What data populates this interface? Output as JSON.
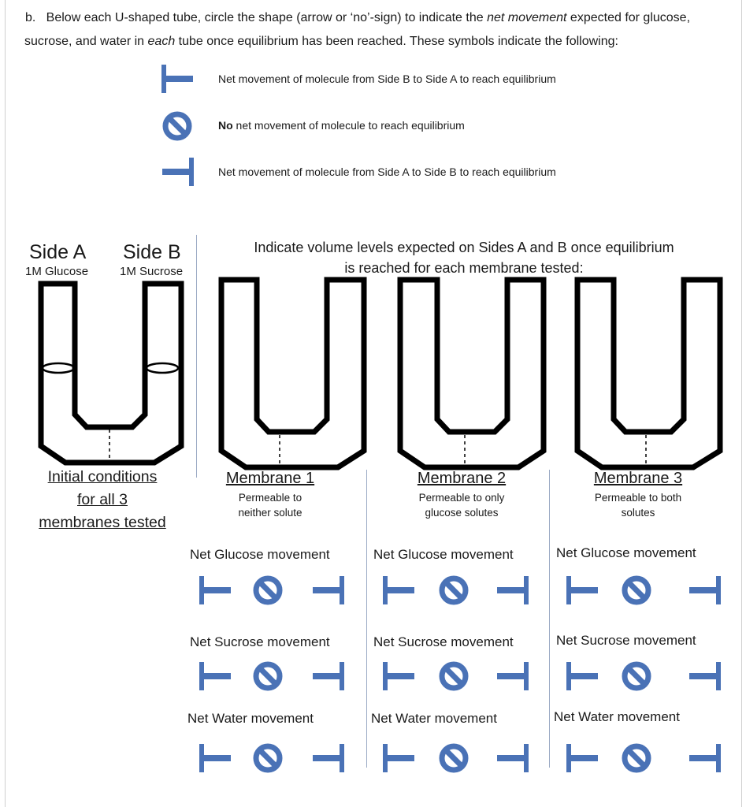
{
  "instructions": {
    "prefix": "b.   Below each U-shaped tube, circle the shape (arrow or ‘no’-sign) to indicate the ",
    "emphasis1": "net movement",
    "mid1": " expected for glucose,",
    "mid2": "sucrose, and water in ",
    "emphasis2": "each",
    "suffix": " tube once equilibrium has been reached. These symbols indicate the following:"
  },
  "legend": {
    "left_text": "Net movement of molecule from Side B to Side A to reach equilibrium",
    "none_bold": "No",
    "none_text": " net movement of molecule to reach equilibrium",
    "right_text": "Net movement of molecule from Side A to Side B to reach equilibrium"
  },
  "initial": {
    "side_a": "Side A",
    "side_b": "Side B",
    "side_a_solution": "1M Glucose",
    "side_b_solution": "1M Sucrose",
    "caption": [
      "Initial conditions",
      "for all 3",
      "membranes tested"
    ]
  },
  "instruction_title": [
    "Indicate volume levels expected on Sides A and B once equilibrium",
    "is reached for each membrane tested:"
  ],
  "membranes": [
    {
      "title": "Membrane 1",
      "desc": [
        "Permeable to",
        "neither solute"
      ]
    },
    {
      "title": "Membrane 2",
      "desc": [
        "Permeable to only",
        "glucose solutes"
      ]
    },
    {
      "title": "Membrane 3",
      "desc": [
        "Permeable to both",
        "solutes"
      ]
    }
  ],
  "movement_labels": [
    "Net Glucose movement",
    "Net Sucrose movement",
    "Net Water movement"
  ],
  "colors": {
    "symbol_blue": "#4a72b6",
    "tube_black": "#000000",
    "divider": "#9aa9c4"
  },
  "icons": [
    "arrow-left-icon",
    "no-sign-icon",
    "arrow-right-icon"
  ]
}
